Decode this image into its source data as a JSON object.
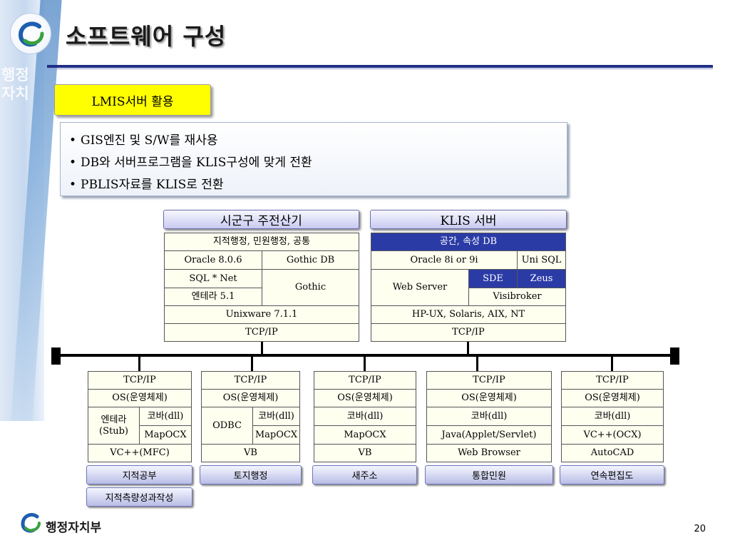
{
  "slide": {
    "title": "소프트웨어 구성",
    "watermark_text": "행정자치",
    "subtitle_box": "LMIS서버 활용",
    "bullets": [
      "GIS엔진 및 S/W를 재사용",
      "DB와 서버프로그램을 KLIS구성에 맞게 전환",
      "PBLIS자료를 KLIS로 전환"
    ],
    "page_number": "20",
    "footer_org": "행정자치부"
  },
  "left_server": {
    "header": "시군구 주전산기",
    "row1": "지적행정, 민원행정, 공통",
    "oracle": "Oracle 8.0.6",
    "gothic_db": "Gothic DB",
    "sqlnet": "SQL * Net",
    "gothic": "Gothic",
    "entera": "엔테라 5.1",
    "os": "Unixware 7.1.1",
    "tcp": "TCP/IP"
  },
  "right_server": {
    "header": "KLIS 서버",
    "row1": "공간, 속성 DB",
    "oracle": "Oracle 8i or 9i",
    "unisql": "Uni SQL",
    "webserver": "Web Server",
    "sde": "SDE",
    "zeus": "Zeus",
    "visibroker": "Visibroker",
    "os": "HP-UX, Solaris, AIX, NT",
    "tcp": "TCP/IP"
  },
  "clients": [
    {
      "tcp": "TCP/IP",
      "os": "OS(운영체제)",
      "split_left": "엔테라\n(Stub)",
      "r1": "코바(dll)",
      "r2": "MapOCX",
      "bottom": "VC++(MFC)",
      "caption": "지적공부",
      "caption2": "지적측량성과작성"
    },
    {
      "tcp": "TCP/IP",
      "os": "OS(운영체제)",
      "split_left": "ODBC",
      "r1": "코바(dll)",
      "r2": "MapOCX",
      "bottom": "VB",
      "caption": "토지행정"
    },
    {
      "tcp": "TCP/IP",
      "os": "OS(운영체제)",
      "r1": "코바(dll)",
      "r2": "MapOCX",
      "bottom": "VB",
      "caption": "새주소"
    },
    {
      "tcp": "TCP/IP",
      "os": "OS(운영체제)",
      "r1": "코바(dll)",
      "r2": "Java(Applet/Servlet)",
      "bottom": "Web Browser",
      "caption": "통합민원"
    },
    {
      "tcp": "TCP/IP",
      "os": "OS(운영체제)",
      "r1": "코바(dll)",
      "r2": "VC++(OCX)",
      "bottom": "AutoCAD",
      "caption": "연속편집도"
    }
  ],
  "colors": {
    "title_rule": "#1f2f86",
    "highlight_box": "#ffff00",
    "db_header": "#2b3ba6"
  }
}
